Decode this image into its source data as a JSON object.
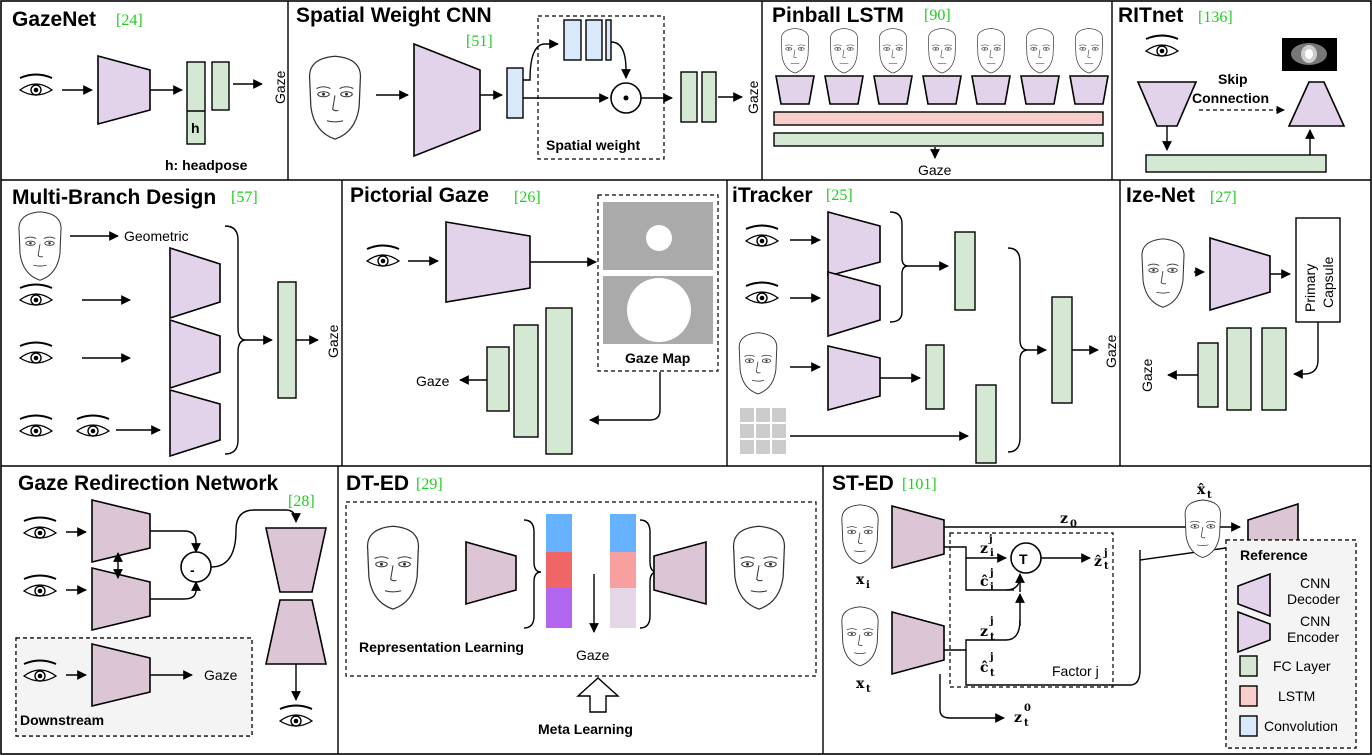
{
  "panels": {
    "gazenet": {
      "title": "GazeNet",
      "ref": "[24]",
      "h_label": "h",
      "h_caption": "h: headpose",
      "out": "Gaze"
    },
    "spatial": {
      "title": "Spatial Weight CNN",
      "ref": "[51]",
      "box_label": "Spatial weight",
      "out": "Gaze"
    },
    "pinball": {
      "title": "Pinball LSTM",
      "ref": "[90]",
      "out": "Gaze"
    },
    "ritnet": {
      "title": "RITnet",
      "ref": "[136]",
      "skip_label_1": "Skip",
      "skip_label_2": "Connection"
    },
    "multibranch": {
      "title": "Multi-Branch Design",
      "ref": "[57]",
      "geometric": "Geometric",
      "out": "Gaze"
    },
    "pictorial": {
      "title": "Pictorial Gaze",
      "ref": "[26]",
      "map_label": "Gaze Map",
      "out": "Gaze"
    },
    "itracker": {
      "title": "iTracker",
      "ref": "[25]",
      "out": "Gaze"
    },
    "izenet": {
      "title": "Ize-Net",
      "ref": "[27]",
      "capsule_1": "Primary",
      "capsule_2": "Capsule",
      "out": "Gaze"
    },
    "redirection": {
      "title": "Gaze Redirection Network",
      "ref": "[28]",
      "minus": "-",
      "downstream": "Downstream",
      "out": "Gaze"
    },
    "dted": {
      "title": "DT-ED",
      "ref": "[29]",
      "rep_label": "Representation Learning",
      "out": "Gaze",
      "meta_label": "Meta Learning"
    },
    "sted": {
      "title": "ST-ED",
      "ref": "[101]",
      "t_op": "T",
      "factor": "Factor j",
      "xi": "x",
      "xi_sub": "i",
      "xt": "x",
      "xt_sub": "t",
      "z0": "z",
      "z0_sub": "0",
      "zt0": "z",
      "zt0_sub": "t",
      "zt0_sup": "0",
      "zi": "z",
      "zi_sub": "i",
      "zi_sup": "j",
      "ci": "ĉ",
      "ci_sub": "i",
      "ci_sup": "j",
      "zt": "z",
      "zt_sub": "t",
      "zt_sup": "j",
      "ct": "ĉ",
      "ct_sub": "t",
      "ct_sup": "j",
      "zout": "ẑ",
      "zout_sub": "t",
      "zout_sup": "j",
      "xhat": "x̂",
      "xhat_sub": "t"
    }
  },
  "reference": {
    "title": "Reference",
    "items": [
      "CNN Decoder",
      "CNN Encoder",
      "FC Layer",
      "LSTM",
      "Convolution"
    ],
    "decoder_1": "CNN",
    "decoder_2": "Decoder",
    "encoder_1": "CNN",
    "encoder_2": "Encoder",
    "fc": "FC Layer",
    "lstm": "LSTM",
    "conv": "Convolution"
  },
  "colors": {
    "cnn": "#e3d3ea",
    "fc": "#d5e8d4",
    "lstm": "#f8cecc",
    "conv": "#dae8fc",
    "ref_green": "#22cc22",
    "dted_blue": "#66b2ff",
    "dted_red": "#f06666",
    "dted_purple": "#b266f0"
  }
}
